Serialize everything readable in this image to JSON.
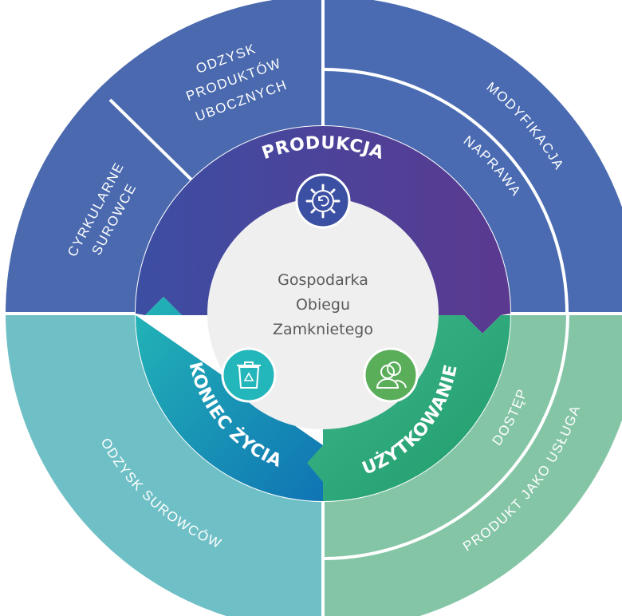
{
  "center": {
    "line1": "Gospodarka",
    "line2": "Obiegu",
    "line3": "Zamknietego"
  },
  "stages": {
    "production": "PRODUKCJA",
    "usage": "UŻYTKOWANIE",
    "end_of_life": "KONIEC ŻYCIA"
  },
  "outer": {
    "circular_materials_1": "CYRKULARNE",
    "circular_materials_2": "SUROWCE",
    "byproduct_recovery_1": "ODZYSK",
    "byproduct_recovery_2": "PRODUKTÓW",
    "byproduct_recovery_3": "UBOCZNYCH",
    "modification": "MODYFIKACJA",
    "repair": "NAPRAWA",
    "access": "DOSTĘP",
    "product_as_service": "PRODUKT JAKO USŁUGA",
    "material_recovery": "ODZYSK SUROWCÓW"
  },
  "icons": {
    "production": "gear-cycle-icon",
    "usage": "users-icon",
    "end_of_life": "recycle-bin-icon"
  },
  "colors": {
    "outer_blue": "#4a69ae",
    "outer_teal": "#72c0c6",
    "outer_green": "#82c4a4",
    "ring_blue": "#3a4a9e",
    "ring_purple": "#5a3b8e",
    "ring_teal": "#1aa0b0",
    "ring_green": "#2fb07a",
    "center_fill": "#efefef",
    "center_text": "#5a5a5a"
  }
}
